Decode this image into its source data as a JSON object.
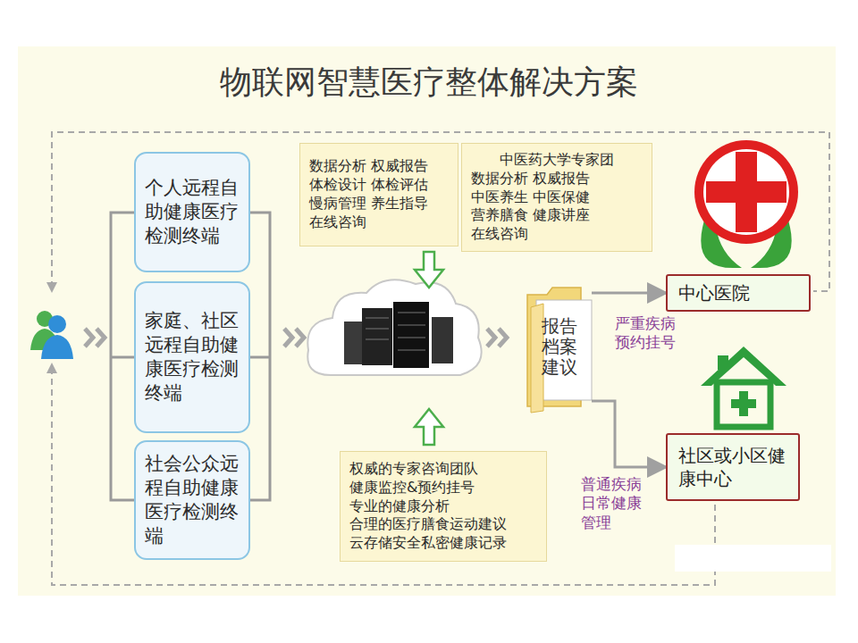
{
  "diagram": {
    "title": "物联网智慧医疗整体解决方案",
    "nodes": [
      {
        "text": [
          "个人远程自助健康医疗检测终端"
        ]
      },
      {
        "text": [
          "家庭、社区远程自助健康医疗检测终端"
        ]
      },
      {
        "text": [
          "社会公众远程自助健康医疗检测终端"
        ]
      },
      {
        "text": [
          "数据分析 权威报告 体检设计 体检评估 慢病管理 养生指导 在线咨询"
        ]
      },
      {
        "text": [
          "中医药大学专家团",
          "数据分析 权威报告 中医养生 中医保健 营养膳食 健康讲座 在线咨询"
        ]
      },
      {
        "text": [
          "权威的专家咨询团队 健康监控&预约挂号 专业的健康分析 合理的医疗膳食运动建议 云存储安全私密健康记录"
        ]
      },
      {
        "text": [
          "报告档案建议"
        ]
      },
      {
        "text": [
          "中心医院"
        ]
      },
      {
        "text": [
          "社区或小区健康中心"
        ]
      }
    ],
    "edges": [
      {
        "from": 6,
        "to": 7,
        "label": "严重疾病预约挂号",
        "arrow": "to"
      },
      {
        "from": 6,
        "to": 8,
        "label": "普通疾病日常健康管理",
        "arrow": "to"
      }
    ]
  }
}
